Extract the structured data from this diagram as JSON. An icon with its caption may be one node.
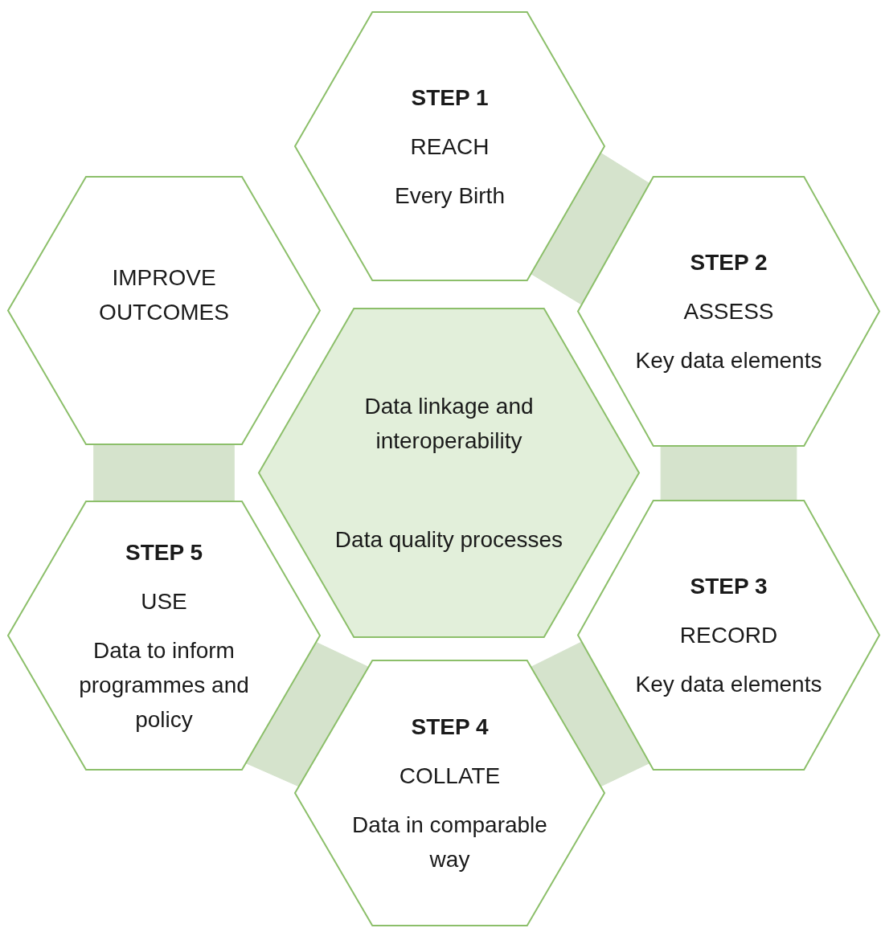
{
  "diagram": {
    "nodes": [
      {
        "text": [
          "STEP 1",
          "REACH",
          "Every Birth"
        ]
      },
      {
        "text": [
          "STEP 2",
          "ASSESS",
          "Key data elements"
        ]
      },
      {
        "text": [
          "STEP 3",
          "RECORD",
          "Key data elements"
        ]
      },
      {
        "text": [
          "STEP 4",
          "COLLATE",
          "Data in comparable way"
        ]
      },
      {
        "text": [
          "STEP 5",
          "USE",
          "Data to inform programmes and policy"
        ]
      },
      {
        "text": [
          "IMPROVE OUTCOMES"
        ]
      },
      {
        "text": [
          "Data linkage and interoperability",
          "Data quality processes"
        ]
      }
    ],
    "edges": [
      {
        "from": 0,
        "to": 1,
        "arrow": "none"
      },
      {
        "from": 1,
        "to": 2,
        "arrow": "none"
      },
      {
        "from": 2,
        "to": 3,
        "arrow": "none"
      },
      {
        "from": 3,
        "to": 4,
        "arrow": "none"
      },
      {
        "from": 4,
        "to": 5,
        "arrow": "none"
      }
    ]
  }
}
